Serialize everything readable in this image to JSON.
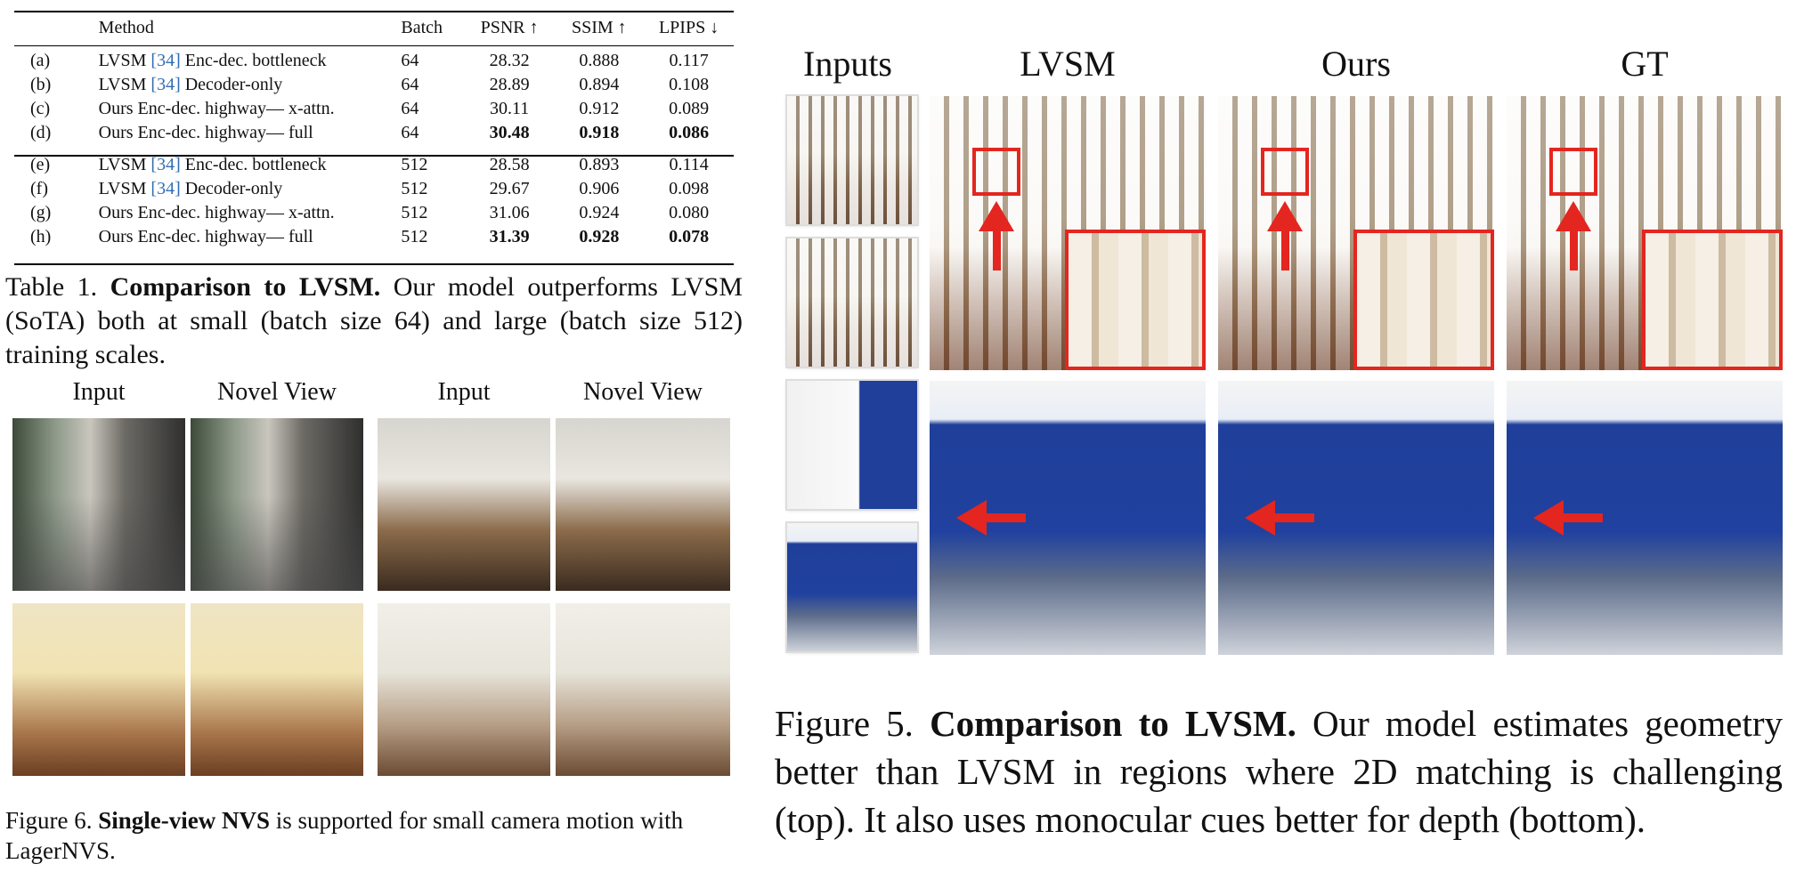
{
  "table1": {
    "headers": [
      "Method",
      "Batch",
      "PSNR ↑",
      "SSIM ↑",
      "LPIPS ↓"
    ],
    "rows": [
      {
        "id": "(a)",
        "pre": "LVSM ",
        "cite": "[34]",
        "post": " Enc-dec. bottleneck",
        "batch": "64",
        "psnr": "28.32",
        "ssim": "0.888",
        "lpips": "0.117"
      },
      {
        "id": "(b)",
        "pre": "LVSM ",
        "cite": "[34]",
        "post": " Decoder-only",
        "batch": "64",
        "psnr": "28.89",
        "ssim": "0.894",
        "lpips": "0.108"
      },
      {
        "id": "(c)",
        "pre": "Ours Enc-dec. highway— x-attn.",
        "cite": "",
        "post": "",
        "batch": "64",
        "psnr": "30.11",
        "ssim": "0.912",
        "lpips": "0.089"
      },
      {
        "id": "(d)",
        "pre": "Ours Enc-dec. highway— full",
        "cite": "",
        "post": "",
        "batch": "64",
        "psnr": "30.48",
        "ssim": "0.918",
        "lpips": "0.086"
      },
      {
        "id": "(e)",
        "pre": "LVSM ",
        "cite": "[34]",
        "post": " Enc-dec. bottleneck",
        "batch": "512",
        "psnr": "28.58",
        "ssim": "0.893",
        "lpips": "0.114"
      },
      {
        "id": "(f)",
        "pre": "LVSM ",
        "cite": "[34]",
        "post": " Decoder-only",
        "batch": "512",
        "psnr": "29.67",
        "ssim": "0.906",
        "lpips": "0.098"
      },
      {
        "id": "(g)",
        "pre": "Ours Enc-dec. highway— x-attn.",
        "cite": "",
        "post": "",
        "batch": "512",
        "psnr": "31.06",
        "ssim": "0.924",
        "lpips": "0.080"
      },
      {
        "id": "(h)",
        "pre": "Ours Enc-dec. highway— full",
        "cite": "",
        "post": "",
        "batch": "512",
        "psnr": "31.39",
        "ssim": "0.928",
        "lpips": "0.078"
      }
    ],
    "caption_prefix": "Table 1. ",
    "caption_bold": "Comparison to LVSM.",
    "caption_rest": " Our model outperforms LVSM (SoTA) both at small (batch size 64) and large (batch size 512) training scales."
  },
  "fig6": {
    "col_labels": [
      "Input",
      "Novel View",
      "Input",
      "Novel View"
    ],
    "caption_prefix": "Figure 6. ",
    "caption_bold": "Single-view NVS",
    "caption_rest": " is supported for small camera motion with LagerNVS."
  },
  "fig5": {
    "col_labels": [
      "Inputs",
      "LVSM",
      "Ours",
      "GT"
    ],
    "caption_prefix": "Figure 5. ",
    "caption_bold": "Comparison to LVSM.",
    "caption_rest": " Our model estimates geometry better than LVSM in regions where 2D matching is challenging (top). It also uses monocular cues better for depth (bottom)."
  }
}
